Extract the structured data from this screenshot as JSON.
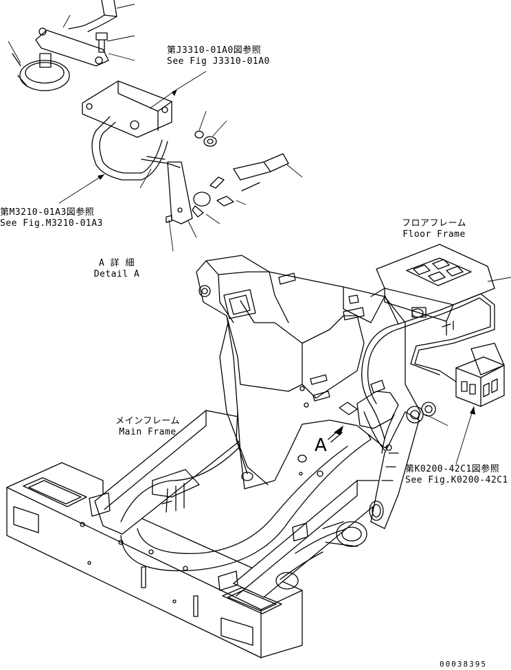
{
  "references": {
    "fig_j3310": {
      "jp": "第J3310-01A0図参照",
      "en": "See Fig J3310-01A0"
    },
    "fig_m3210": {
      "jp": "第M3210-01A3図参照",
      "en": "See Fig.M3210-01A3"
    },
    "fig_k0200": {
      "jp": "第K0200-42C1図参照",
      "en": "See Fig.K0200-42C1"
    }
  },
  "labels": {
    "detail_a": {
      "jp": "A 詳 細",
      "en": "Detail A"
    },
    "floor_frame": {
      "jp": "フロアフレーム",
      "en": "Floor Frame"
    },
    "main_frame": {
      "jp": "メインフレーム",
      "en": "Main Frame"
    },
    "view_marker": "A"
  },
  "drawing_number": "00038395"
}
